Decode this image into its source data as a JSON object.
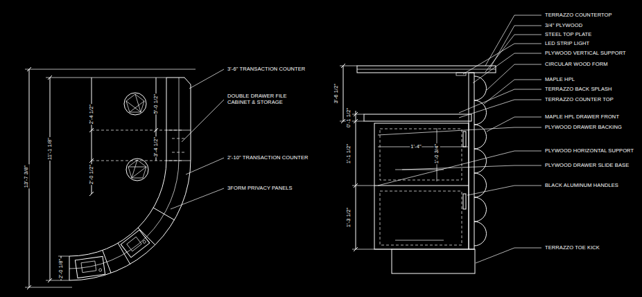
{
  "diagram": {
    "labels": [
      "13'-7 3/8\"",
      "11'-1 1/8\"",
      "5'-0 1/2\"",
      "3'-4 1/2\"",
      "2'-4 1/2\"",
      "2'-0 1/2\"",
      "2'-0 1/8\"",
      "3'-6\" TRANSACTION COUNTER",
      "DOUBLE DRAWER FILE CABINET & STORAGE",
      "2'-10\" TRANSACTION COUNTER",
      "3FORM PRIVACY PANELS",
      "3'-6 1/2\"",
      "0'-1 1/2\"",
      "1'-1 1/2\"",
      "1'-3 1/2\"",
      "1'-4\"",
      "1'-0 3/4\"",
      "TERRAZZO COUNTERTOP",
      "3/4\" PLYWOOD",
      "STEEL TOP PLATE",
      "LED STRIP LIGHT",
      "PLYWOOD VERTICAL SUPPORT",
      "CIRCULAR WOOD FORM",
      "MAPLE HPL",
      "TERRAZZO BACK SPLASH",
      "TERRAZZO COUNTER TOP",
      "MAPLE HPL DRAWER FRONT",
      "PLYWOOD DRAWER BACKING",
      "PLYWOOD HORIZONTAL SUPPORT",
      "PLYWOOD DRAWER SLIDE BASE",
      "BLACK ALUMINUM HANDLES",
      "TERRAZZO TOE KICK"
    ]
  }
}
